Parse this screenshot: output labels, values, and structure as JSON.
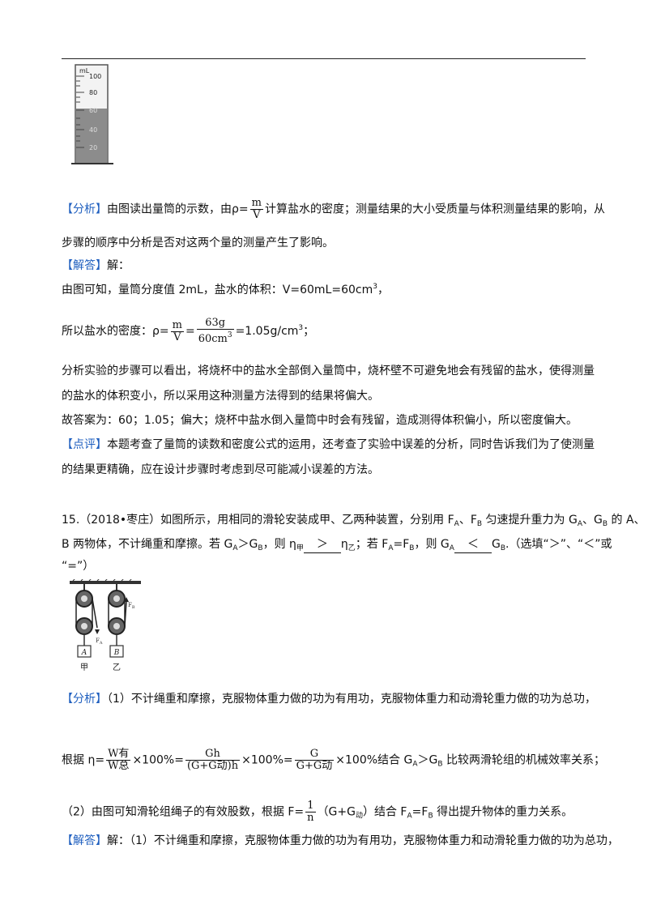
{
  "cylinder": {
    "unit": "mL",
    "ticks": [
      "100",
      "80",
      "60",
      "40",
      "20"
    ]
  },
  "q14": {
    "analysis_tag": "【分析】",
    "analysis_pre": "由图读出量筒的示数，由ρ=",
    "analysis_post": "计算盐水的密度；测量结果的大小受质量与体积测量结果的影响，从",
    "analysis_line2": "步骤的顺序中分析是否对这两个量的测量产生了影响。",
    "frac_mv": {
      "num": "m",
      "den": "V"
    },
    "answer_tag": "【解答】",
    "answer_colon": "解：",
    "line_a": "由图可知，量筒分度值 2mL，盐水的体积：V=60mL=60cm",
    "line_a_sup": "3",
    "line_a_end": "，",
    "line_b_pre": "所以盐水的密度：ρ=",
    "frac_density": {
      "num": "63g",
      "den": "60cm"
    },
    "frac_density_sup": "3",
    "line_b_post": "=1.05g/cm",
    "line_b_sup": "3",
    "line_b_end": "；",
    "line_c1": "分析实验的步骤可以看出，将烧杯中的盐水全部倒入量筒中，烧杯壁不可避免地会有残留的盐水，使得测量",
    "line_c2": "的盐水的体积变小，所以采用这种测量方法得到的结果将偏大。",
    "line_d": "故答案为：60；1.05；偏大；烧杯中盐水倒入量筒中时会有残留，造成测得体积偏小，所以密度偏大。",
    "comment_tag": "【点评】",
    "comment_1": "本题考查了量筒的读数和密度公式的运用，还考查了实验中误差的分析，同时告诉我们为了使测量",
    "comment_2": "的结果更精确，应在设计步骤时考虑到尽可能减小误差的方法。"
  },
  "q15": {
    "l1_a": "15.（2018•枣庄）如图所示，用相同的滑轮安装成甲、乙两种装置，分别用 F",
    "l1_sub1": "A",
    "l1_b": "、F",
    "l1_sub2": "B",
    "l1_c": " 匀速提升重力为 G",
    "l1_sub3": "A",
    "l1_d": "、G",
    "l1_sub4": "B",
    "l1_e": " 的 A、",
    "l2_a": "B 两物体，不计绳重和摩擦。若 G",
    "l2_sub1": "A",
    "l2_b": "＞G",
    "l2_sub2": "B",
    "l2_c": "，则 η",
    "l2_sub3": "甲",
    "l2_blank1": "＞",
    "l2_d": "η",
    "l2_sub4": "乙",
    "l2_e": "；若 F",
    "l2_sub5": "A",
    "l2_f": "=F",
    "l2_sub6": "B",
    "l2_g": "，则 G",
    "l2_sub7": "A",
    "l2_blank2": "＜",
    "l2_h": "G",
    "l2_sub8": "B",
    "l2_i": ".（选填“＞”、“＜”或",
    "l3": "“=”）",
    "fig_labels": {
      "box_a": "A",
      "box_b": "B",
      "jia": "甲",
      "yi": "乙",
      "fa": "F",
      "fa_sub": "A",
      "fb": "F",
      "fb_sub": "B"
    },
    "analysis_tag": "【分析】",
    "a1": "（1）不计绳重和摩擦，克服物体重力做的功为有用功，克服物体重力和动滑轮重力做的功为总功，",
    "a2_pre": "根据 η=",
    "frac_w": {
      "num": "W有",
      "den": "W总"
    },
    "a2_m1": "×100%=",
    "frac_gh": {
      "num": "Gh",
      "den": "(G+G动)h"
    },
    "a2_m2": "×100%=",
    "frac_g": {
      "num": "G",
      "den": "G+G动"
    },
    "a2_m3": "×100%结合 G",
    "a2_sub1": "A",
    "a2_m4": "＞G",
    "a2_sub2": "B",
    "a2_end": " 比较两滑轮组的机械效率关系；",
    "a3_pre": "（2）由图可知滑轮组绳子的有效股数，根据 F=",
    "frac_n": {
      "num": "1",
      "den": "n"
    },
    "a3_mid": "（G+G",
    "a3_sub1": "动",
    "a3_m2": "）结合 F",
    "a3_sub2": "A",
    "a3_m3": "=F",
    "a3_sub3": "B",
    "a3_end": " 得出提升物体的重力关系。",
    "answer_tag": "【解答】",
    "answer_1": "解：（1）不计绳重和摩擦，克服物体重力做的功为有用功，克服物体重力和动滑轮重力做的功为总功，"
  }
}
